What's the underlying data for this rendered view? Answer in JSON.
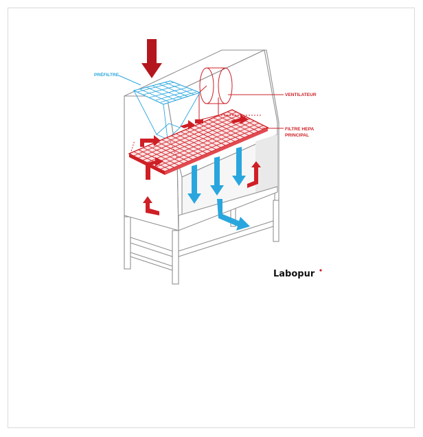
{
  "labels": {
    "prefiltre": "PRÉFILTRE",
    "ventilateur": "VENTILATEUR",
    "filtre_hepa_line1": "FILTRE HEPA",
    "filtre_hepa_line2": "PRINCIPAL"
  },
  "logo": {
    "text": "Labopur",
    "icon": "labopur-logo-icon"
  },
  "colors": {
    "red": "#cf1f26",
    "dark_red": "#b3171d",
    "blue": "#2aa6df",
    "outline": "#8f8f8f",
    "border": "#d9d9d9"
  }
}
